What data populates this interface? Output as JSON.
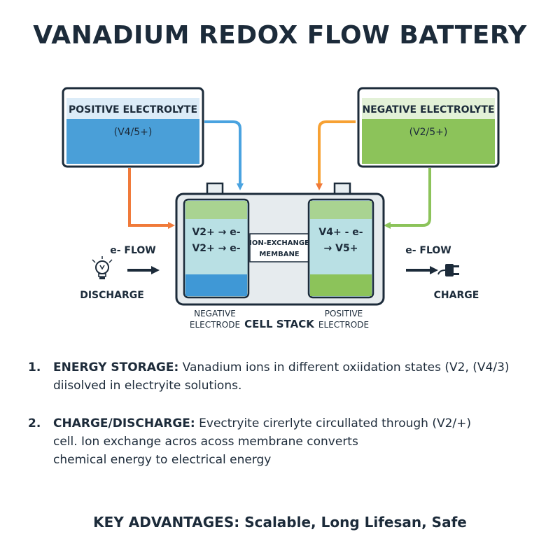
{
  "title": "VANADIUM REDOX FLOW BATTERY",
  "tanks": {
    "positive": {
      "label": "POSITIVE ELECTROLYTE",
      "formula": "(V4/5+)",
      "color": "#4a9fd8"
    },
    "negative": {
      "label": "NEGATIVE ELECTROLYTE",
      "formula": "(V2/5+)",
      "color": "#8cc35a"
    }
  },
  "cell": {
    "left_electrode_text": [
      "V2+ → e-",
      "V2+ → e-"
    ],
    "right_electrode_text": [
      "V4+ - e-",
      "→ V5+"
    ],
    "membrane_text": [
      "ION-EXCHANGE",
      "MEMBANE"
    ],
    "negative_electrode_label": [
      "NEGATIVE",
      "ELECTRODE"
    ],
    "positive_electrode_label": [
      "POSITIVE",
      "ELECTRODE"
    ],
    "stack_label": "CELL STACK"
  },
  "left_side": {
    "flow_label": "e- FLOW",
    "mode_label": "DISCHARGE",
    "icon": "lightbulb-icon"
  },
  "right_side": {
    "flow_label": "e- FLOW",
    "mode_label": "CHARGE",
    "icon": "plug-icon"
  },
  "arrow_colors": {
    "orange": "#f07a3a",
    "blue": "#4aa3e0",
    "green": "#8cc35a"
  },
  "list": [
    {
      "num": "1.",
      "head": "ENERGY STORAGE:",
      "lines": [
        "Vanadium ions in different oxiidation states (V2, (V4/3)",
        "diisolved in electryite solutions."
      ]
    },
    {
      "num": "2.",
      "head": "CHARGE/DISCHARGE:",
      "lines": [
        "Evectryite cirerlyte circullated through (V2/+)",
        "cell. Ion exchange acros acoss membrane converts",
        "chemical energy to electrical energy"
      ]
    }
  ],
  "footer": "KEY ADVANTAGES: Scalable, Long Lifesan, Safe"
}
